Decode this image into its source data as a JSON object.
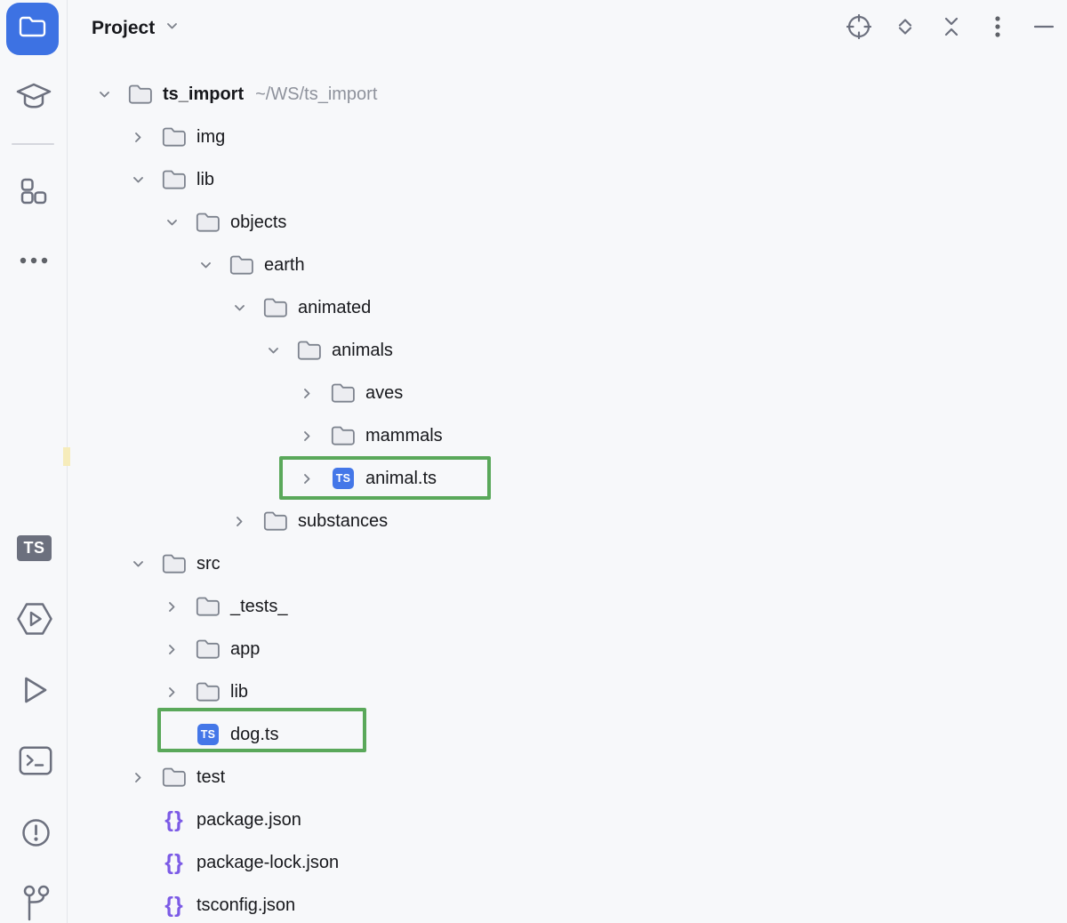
{
  "header": {
    "title": "Project",
    "actions": [
      {
        "id": "select-opened-file",
        "icon": "target-icon"
      },
      {
        "id": "expand-all",
        "icon": "expand-chevrons-icon"
      },
      {
        "id": "collapse-all",
        "icon": "collapse-chevrons-icon"
      },
      {
        "id": "options",
        "icon": "kebab-menu-icon"
      },
      {
        "id": "hide",
        "icon": "minimize-icon"
      }
    ]
  },
  "stripe": {
    "ts_badge_text": "TS",
    "top_items": [
      {
        "id": "project",
        "icon": "folder-icon",
        "active": true
      },
      {
        "id": "learn",
        "icon": "graduation-cap-icon"
      },
      {
        "id": "structure",
        "icon": "structure-squares-icon"
      },
      {
        "id": "more-tool-windows",
        "icon": "ellipsis-icon"
      }
    ],
    "bottom_items": [
      {
        "id": "typescript",
        "icon": "ts-badge-icon"
      },
      {
        "id": "services",
        "icon": "hexagon-play-icon"
      },
      {
        "id": "run",
        "icon": "play-icon"
      },
      {
        "id": "terminal",
        "icon": "terminal-icon"
      },
      {
        "id": "problems",
        "icon": "exclamation-circle-icon"
      },
      {
        "id": "version-control",
        "icon": "git-branch-icon"
      }
    ]
  },
  "tree": {
    "ts_file_badge": "TS",
    "json_glyph": "{}",
    "rows": [
      {
        "label": "ts_import",
        "path": "~/WS/ts_import",
        "level": 0,
        "chevron": "expanded",
        "icon": "folder",
        "bold": true
      },
      {
        "label": "img",
        "level": 1,
        "chevron": "collapsed",
        "icon": "folder"
      },
      {
        "label": "lib",
        "level": 1,
        "chevron": "expanded",
        "icon": "folder"
      },
      {
        "label": "objects",
        "level": 2,
        "chevron": "expanded",
        "icon": "folder"
      },
      {
        "label": "earth",
        "level": 3,
        "chevron": "expanded",
        "icon": "folder"
      },
      {
        "label": "animated",
        "level": 4,
        "chevron": "expanded",
        "icon": "folder"
      },
      {
        "label": "animals",
        "level": 5,
        "chevron": "expanded",
        "icon": "folder"
      },
      {
        "label": "aves",
        "level": 6,
        "chevron": "collapsed",
        "icon": "folder"
      },
      {
        "label": "mammals",
        "level": 6,
        "chevron": "collapsed",
        "icon": "folder"
      },
      {
        "label": "animal.ts",
        "level": 6,
        "chevron": "collapsed",
        "icon": "ts",
        "highlighted": true
      },
      {
        "label": "substances",
        "level": 4,
        "chevron": "collapsed",
        "icon": "folder"
      },
      {
        "label": "src",
        "level": 1,
        "chevron": "expanded",
        "icon": "folder"
      },
      {
        "label": "_tests_",
        "level": 2,
        "chevron": "collapsed",
        "icon": "folder"
      },
      {
        "label": "app",
        "level": 2,
        "chevron": "collapsed",
        "icon": "folder"
      },
      {
        "label": "lib",
        "level": 2,
        "chevron": "collapsed",
        "icon": "folder"
      },
      {
        "label": "dog.ts",
        "level": 2,
        "chevron": "none",
        "icon": "ts",
        "highlighted": true
      },
      {
        "label": "test",
        "level": 1,
        "chevron": "collapsed",
        "icon": "folder"
      },
      {
        "label": "package.json",
        "level": 1,
        "chevron": "none",
        "icon": "json"
      },
      {
        "label": "package-lock.json",
        "level": 1,
        "chevron": "none",
        "icon": "json"
      },
      {
        "label": "tsconfig.json",
        "level": 1,
        "chevron": "none",
        "icon": "json"
      }
    ]
  },
  "annotations": {
    "highlight_color": "#5AA85A",
    "highlighted_files": [
      "animal.ts",
      "dog.ts"
    ]
  },
  "colors": {
    "background": "#F7F8FA",
    "active_tool_blue": "#3D72E3",
    "ts_file_blue": "#4477E8",
    "json_purple": "#7C5BE6",
    "icon_gray": "#6C707E",
    "path_gray": "#8E929C",
    "text": "#17181C"
  }
}
